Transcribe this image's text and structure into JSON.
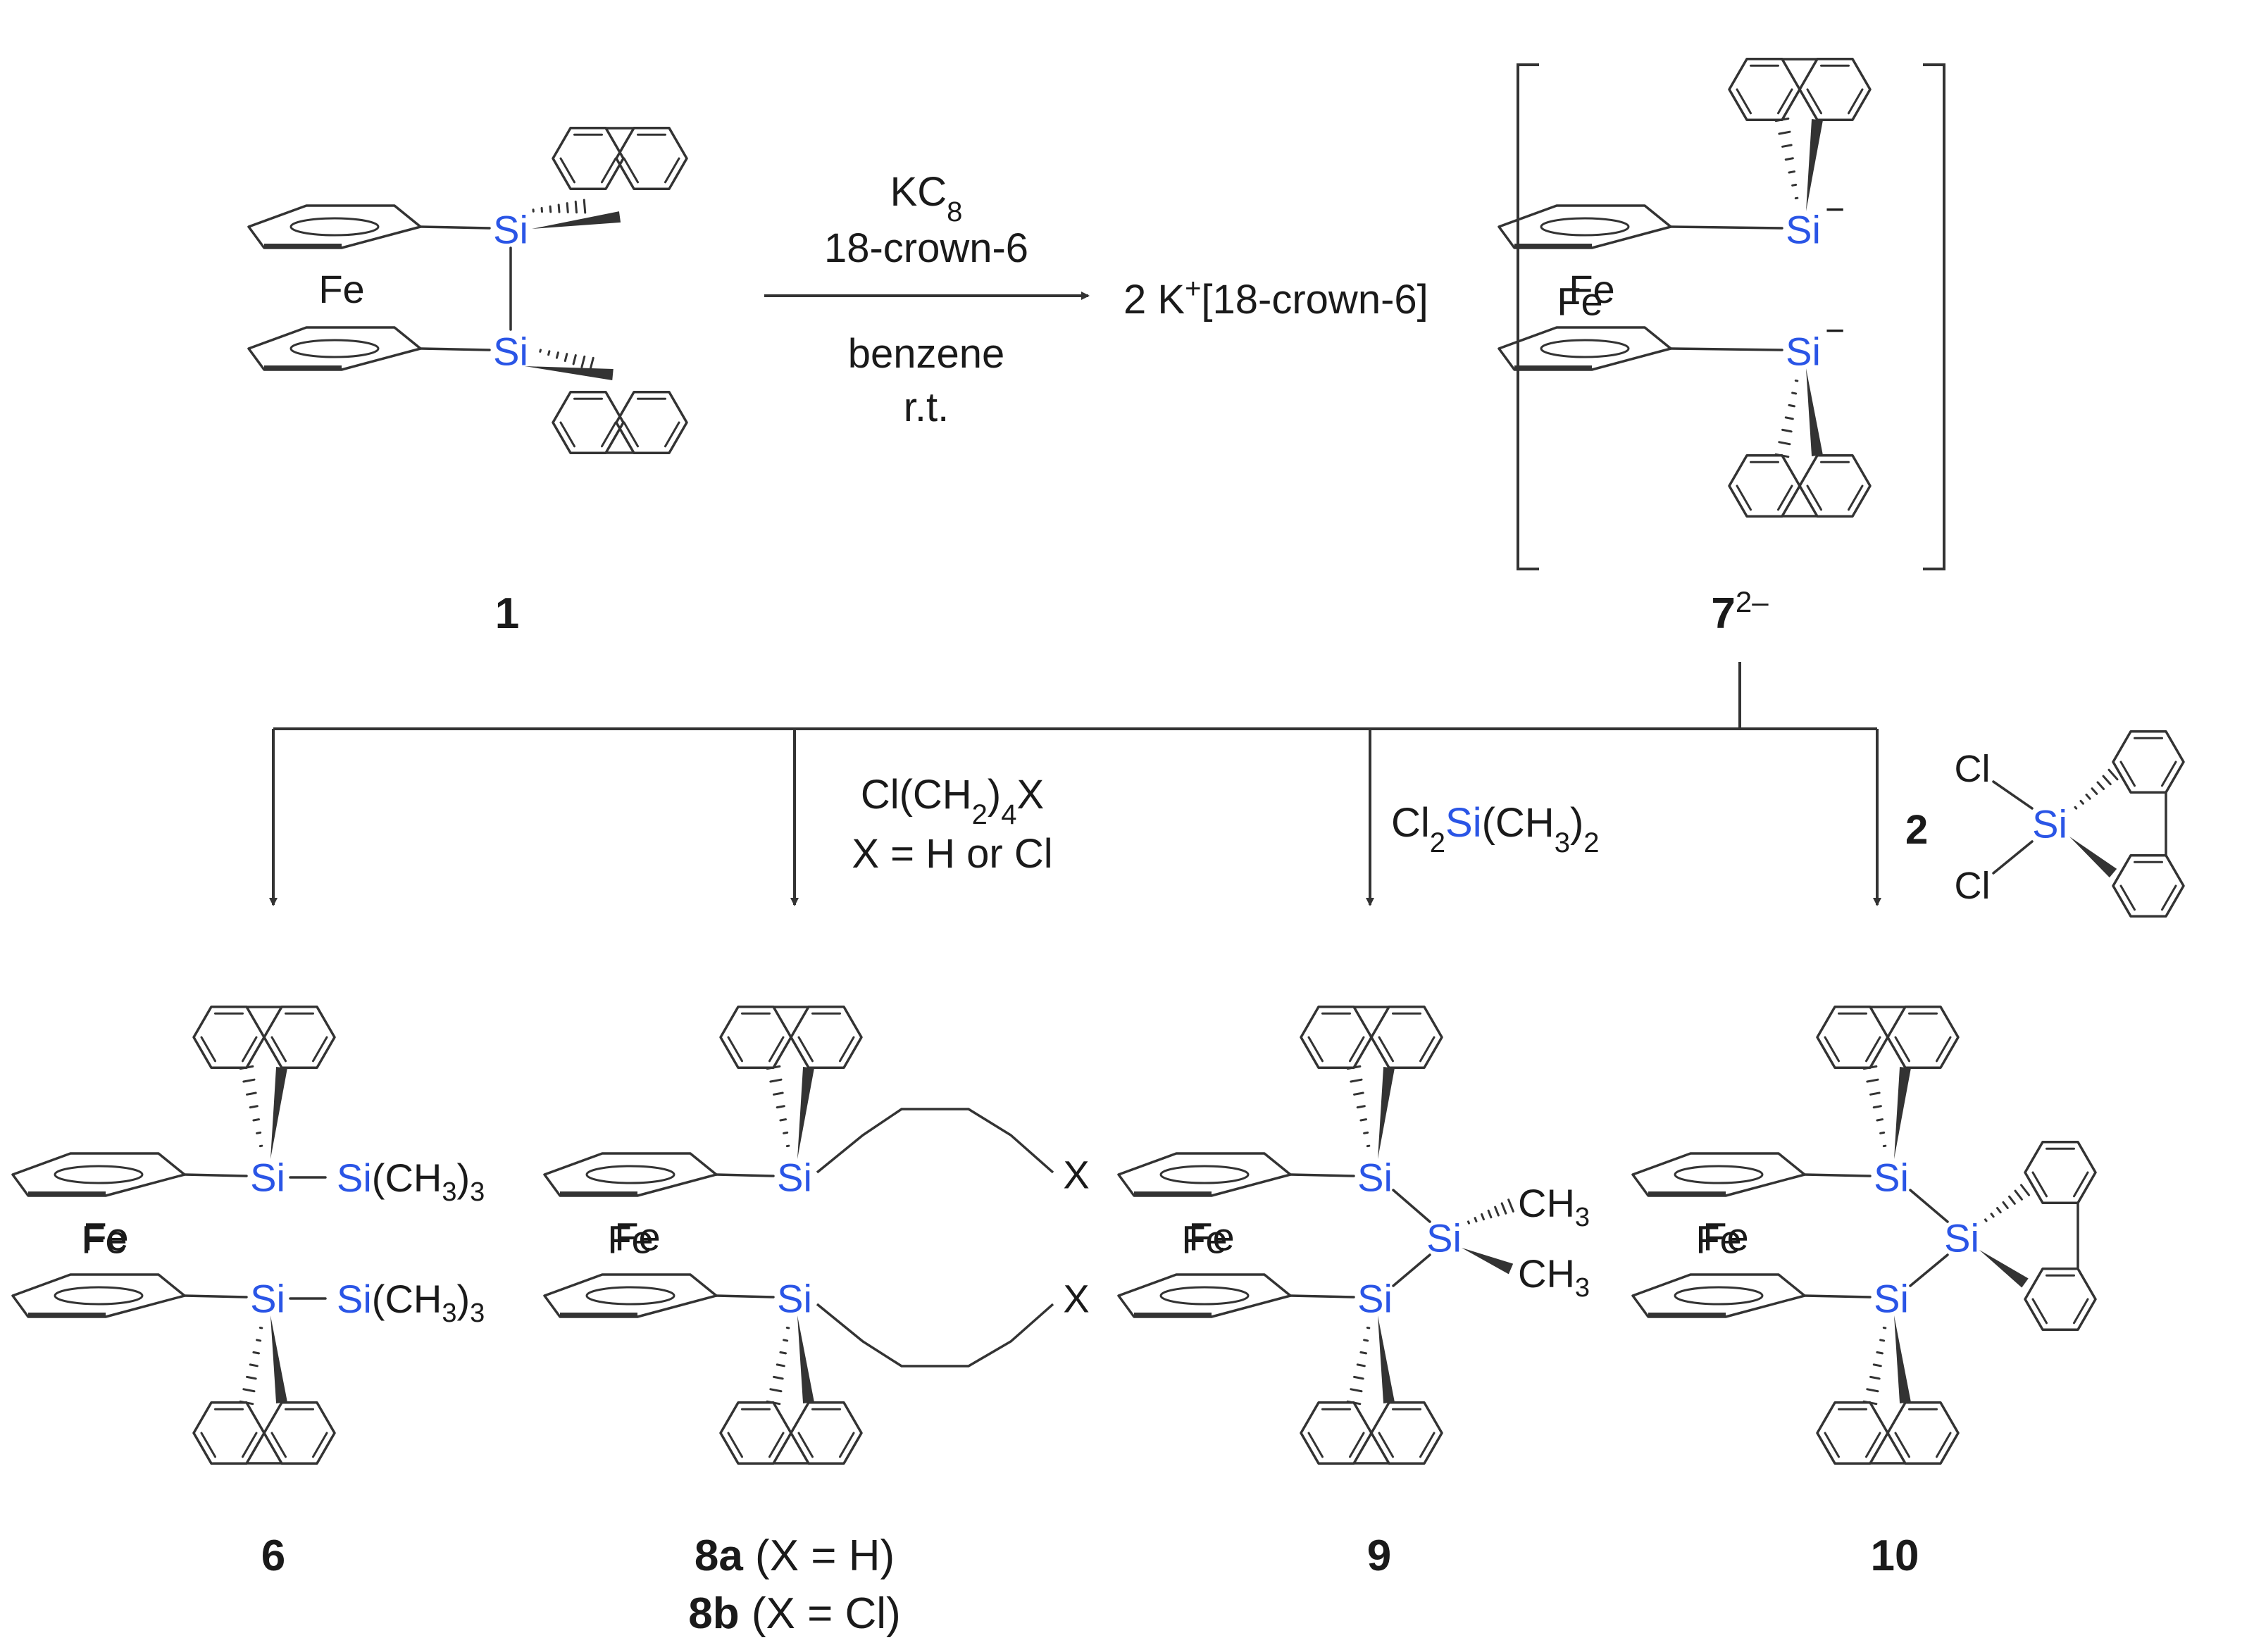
{
  "colors": {
    "silicon": "#2a55e6",
    "ink": "#1a1a1a",
    "bond": "#333333"
  },
  "atoms": {
    "si": "Si",
    "fe": "Fe",
    "cl": "Cl",
    "x": "X"
  },
  "groups": {
    "sime3": "Si(CH3)3",
    "ch3": "CH3"
  },
  "charges": {
    "minus": "−"
  },
  "reaction_main": {
    "reagent1": "KC8",
    "reagent2": "18-crown-6",
    "solvent": "benzene",
    "conditions": "r.t.",
    "product_prefix": "2 K+[18-crown-6]"
  },
  "branch_reagents": {
    "to_8": {
      "line1": "Cl(CH2)4X",
      "line2": "X = H or Cl"
    },
    "to_9": "Cl2Si(CH3)2",
    "to_10": "2"
  },
  "compounds": {
    "c1": "1",
    "c7": "7",
    "c7_charge": "2–",
    "c6": "6",
    "c8a": "8a",
    "c8a_note": "(X = H)",
    "c8b": "8b",
    "c8b_note": "(X = Cl)",
    "c9": "9",
    "c10": "10"
  }
}
